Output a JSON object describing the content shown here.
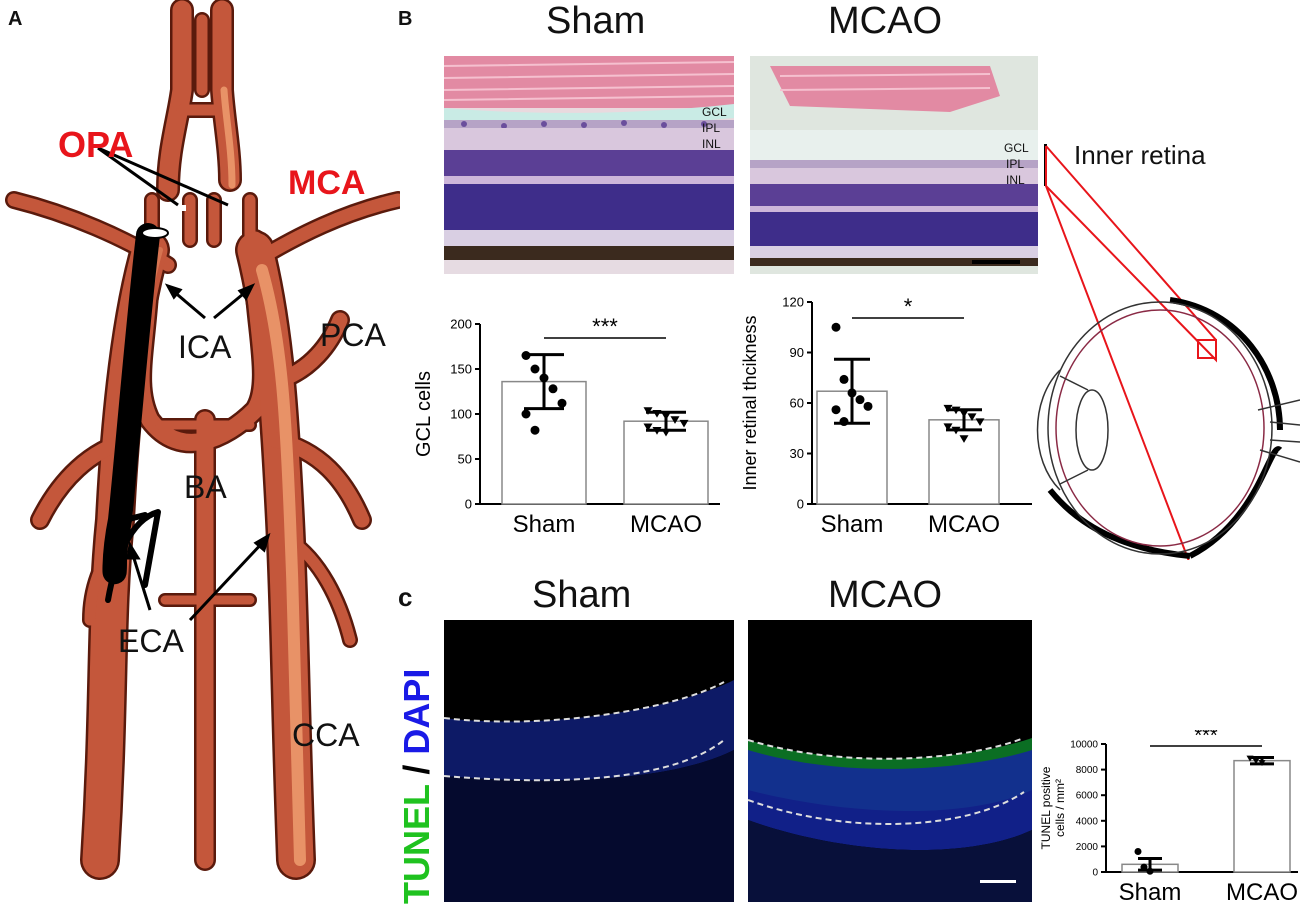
{
  "panel_labels": {
    "a": "A",
    "b": "B",
    "c": "c"
  },
  "panel_a": {
    "vessels": {
      "opa": "OPA",
      "mca": "MCA",
      "ica": "ICA",
      "pca": "PCA",
      "ba": "BA",
      "eca": "ECA",
      "cca": "CCA"
    },
    "colors": {
      "vessel": "#c4573b",
      "highlight": "#ef9e6f",
      "label_red": "#e8151b"
    }
  },
  "panel_b": {
    "titles": {
      "sham": "Sham",
      "mcao": "MCAO"
    },
    "layers": {
      "gcl": "GCL",
      "ipl": "IPL",
      "inl": "INL"
    },
    "inner_retina": "Inner retina"
  },
  "panel_c": {
    "titles": {
      "sham": "Sham",
      "mcao": "MCAO"
    },
    "stain": {
      "tunel": "TUNEL",
      "sep": " / ",
      "dapi": "DAPI"
    },
    "colors": {
      "tunel": "#1fc21f",
      "dapi": "#1a1ae6"
    }
  },
  "chart_data": [
    {
      "type": "bar",
      "categories": [
        "Sham",
        "MCAO"
      ],
      "values": [
        136,
        92
      ],
      "errors": [
        30,
        10
      ],
      "points": [
        [
          165,
          150,
          140,
          128,
          112,
          100,
          82
        ],
        [
          104,
          101,
          98,
          94,
          90,
          86,
          82,
          80
        ]
      ],
      "ylabel": "GCL cells",
      "ylim": [
        0,
        200
      ],
      "yticks": [
        0,
        50,
        100,
        150,
        200
      ],
      "significance": "***"
    },
    {
      "type": "bar",
      "categories": [
        "Sham",
        "MCAO"
      ],
      "values": [
        67,
        50
      ],
      "errors": [
        19,
        6
      ],
      "points": [
        [
          105,
          74,
          66,
          62,
          58,
          56,
          49
        ],
        [
          57,
          56,
          54,
          52,
          49,
          46,
          44,
          39
        ]
      ],
      "ylabel": "Inner retinal thcikness",
      "ylim": [
        0,
        120
      ],
      "yticks": [
        0,
        30,
        60,
        90,
        120
      ],
      "significance": "*"
    },
    {
      "type": "bar",
      "categories": [
        "Sham",
        "MCAO"
      ],
      "values": [
        600,
        8700
      ],
      "errors": [
        450,
        250
      ],
      "points": [
        [
          1600,
          380,
          60
        ],
        [
          8900,
          8700,
          8550
        ]
      ],
      "ylabel": "TUNEL positive cells / mm²",
      "ylabel_lines": [
        "TUNEL positive",
        "cells / mm²"
      ],
      "ylim": [
        0,
        10000
      ],
      "yticks": [
        0,
        2000,
        4000,
        6000,
        8000,
        10000
      ],
      "significance": "***"
    }
  ]
}
